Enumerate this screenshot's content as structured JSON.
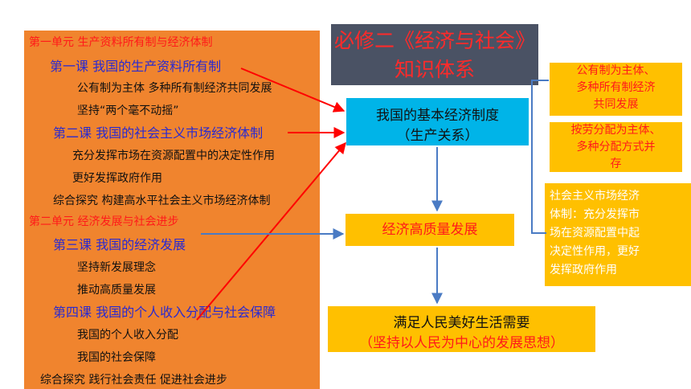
{
  "left_panel": {
    "unit1": "第一单元 生产资料所有制与经济体制",
    "lesson1": "第一课 我国的生产资料所有制",
    "lesson1_items": [
      "公有制为主体 多种所有制经济共同发展",
      "坚持“两个毫不动摇”"
    ],
    "lesson2": "第二课 我国的社会主义市场经济体制",
    "lesson2_items": [
      "充分发挥市场在资源配置中的决定性作用",
      "更好发挥政府作用"
    ],
    "explore1": "综合探究 构建高水平社会主义市场经济体制",
    "unit2": "第二单元 经济发展与社会进步",
    "lesson3": "第三课 我国的经济发展",
    "lesson3_items": [
      "坚持新发展理念",
      "推动高质量发展"
    ],
    "lesson4": "第四课 我国的个人收入分配与社会保障",
    "lesson4_items": [
      "我国的个人收入分配",
      "我国的社会保障"
    ],
    "explore2": "综合探究 践行社会责任 促进社会进步"
  },
  "title": {
    "line1": "必修二《经济与社会》",
    "line2": "知识体系"
  },
  "system_box": {
    "line1": "我国的基本经济制度",
    "line2": "（生产关系）"
  },
  "quality_box": "经济高质量发展",
  "needs_box": {
    "line1": "满足人民美好生活需要",
    "line2": "（坚持以人民为中心的发展思想）"
  },
  "right_boxes": {
    "ownership": [
      "公有制为主体、",
      "多种所有制经济",
      "共同发展"
    ],
    "distribution": [
      "按劳分配为主体、",
      "多种分配方式并",
      "存"
    ],
    "market": [
      "社会主义市场经济",
      "体制：充分发挥市",
      "场在资源配置中起",
      "决定性作用，更好",
      "发挥政府作用"
    ]
  },
  "colors": {
    "left_panel_bg": "#f0842e",
    "title_bg": "#4a5264",
    "system_bg": "#00b4e8",
    "highlight_bg": "#ffc000",
    "red_arrow": "#ff0000",
    "blue_arrow": "#4a7bc4"
  }
}
